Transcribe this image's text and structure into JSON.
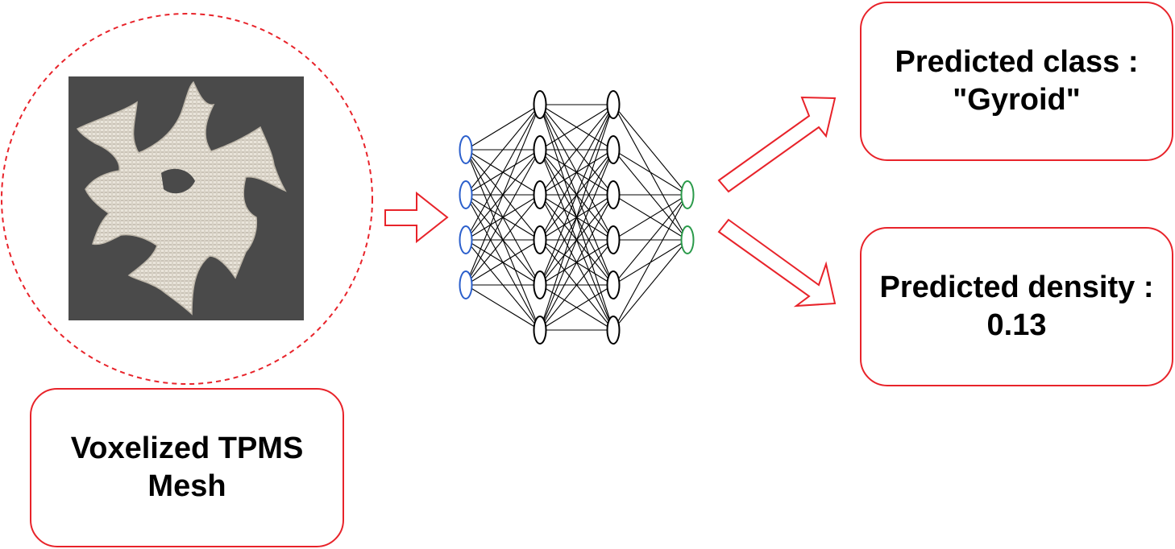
{
  "input": {
    "label_line1": "Voxelized TPMS",
    "label_line2": "Mesh"
  },
  "outputs": {
    "class_line1": "Predicted class :",
    "class_line2": "\"Gyroid\"",
    "density_line1": "Predicted density :",
    "density_line2": "0.13"
  },
  "network": {
    "layer_sizes": [
      4,
      6,
      6,
      2
    ],
    "layer_colors": [
      "#2b5fcc",
      "#000000",
      "#000000",
      "#2a9a4a"
    ]
  },
  "colors": {
    "accent_red": "#e8232a",
    "mesh_background": "#4a4a4a",
    "mesh_surface": "#e9e4da"
  },
  "icons": {
    "input_arrow": "right-arrow-icon",
    "output_arrow_up": "diagonal-up-arrow-icon",
    "output_arrow_down": "diagonal-down-arrow-icon"
  }
}
